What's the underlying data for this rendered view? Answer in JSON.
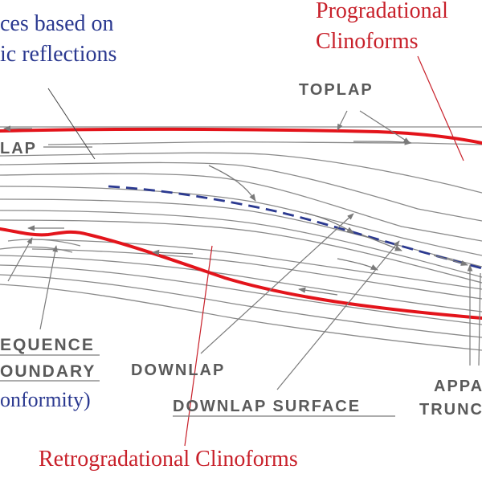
{
  "annotations": {
    "sequences_line1": "ces based on",
    "sequences_line2": "ic reflections",
    "progradational_line1": "Progradational",
    "progradational_line2": "Clinoforms",
    "retrogradational": "Retrogradational Clinoforms",
    "nonconformity": "onformity)"
  },
  "diagram_labels": {
    "toplap": "TOPLAP",
    "onlap_partial": "LAP",
    "sequence": "EQUENCE",
    "boundary": "OUNDARY",
    "downlap": "DOWNLAP",
    "downlap_surface": "DOWNLAP SURFACE",
    "apparent_partial": "APPA",
    "truncation_partial": "TRUNC"
  },
  "colors": {
    "annotation_blue": "#2b3990",
    "annotation_red": "#c8202a",
    "boundary_red": "#e3141b",
    "dashed_surface": "#2b3990",
    "line_gray": "#8a8a8a",
    "label_gray": "#5a5a5a"
  }
}
